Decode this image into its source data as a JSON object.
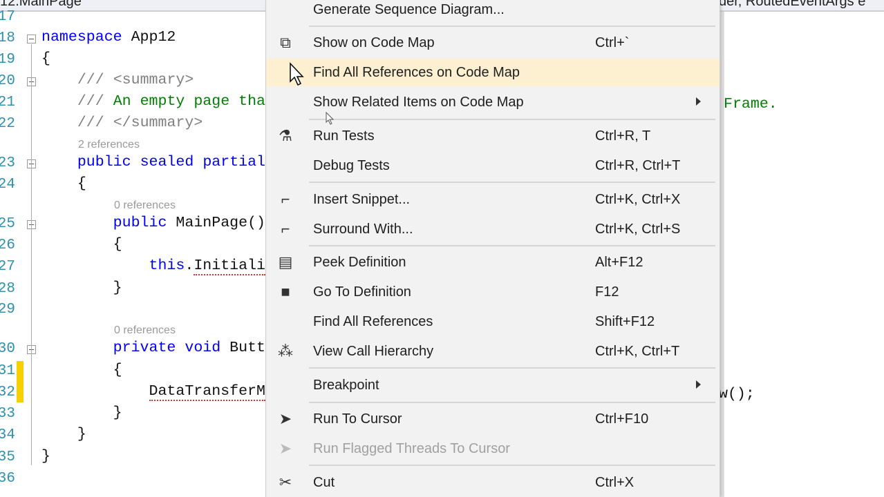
{
  "tab_bar": {
    "left_text": "12.MainPage",
    "right_text": "der, RoutedEventArgs e"
  },
  "editor": {
    "lines": [
      {
        "num": "17",
        "text": ""
      },
      {
        "num": "18",
        "text": "namespace App12"
      },
      {
        "num": "19",
        "text": "{"
      },
      {
        "num": "20",
        "text": "    /// <summary>"
      },
      {
        "num": "21",
        "text": "    /// An empty page tha"
      },
      {
        "num": "22",
        "text": "    /// </summary>"
      },
      {
        "num": "23",
        "text": "    public sealed partial"
      },
      {
        "num": "24",
        "text": "    {"
      },
      {
        "num": "25",
        "text": "        public MainPage()"
      },
      {
        "num": "26",
        "text": "        {"
      },
      {
        "num": "27",
        "text": "            this.Initiali"
      },
      {
        "num": "28",
        "text": "        }"
      },
      {
        "num": "29",
        "text": ""
      },
      {
        "num": "30",
        "text": "        private void Butt"
      },
      {
        "num": "31",
        "text": "        {"
      },
      {
        "num": "32",
        "text": "            DataTransferM"
      },
      {
        "num": "33",
        "text": "        }"
      },
      {
        "num": "34",
        "text": "    }"
      },
      {
        "num": "35",
        "text": "}"
      },
      {
        "num": "36",
        "text": ""
      }
    ],
    "codelens": [
      "2 references",
      "0 references",
      "0 references"
    ],
    "right_fragments": {
      "line21": "Frame.",
      "line32": "w();"
    }
  },
  "context_menu": {
    "items": [
      {
        "label": "Generate Sequence Diagram...",
        "shortcut": "",
        "icon": "none"
      },
      {
        "label": "Show on Code Map",
        "shortcut": "Ctrl+`",
        "icon": "code-map-icon"
      },
      {
        "label": "Find All References on Code Map",
        "shortcut": "",
        "icon": "none",
        "highlighted": true
      },
      {
        "label": "Show Related Items on Code Map",
        "shortcut": "",
        "icon": "none",
        "submenu": true
      },
      {
        "label": "Run Tests",
        "shortcut": "Ctrl+R, T",
        "icon": "run-tests-flask-icon"
      },
      {
        "label": "Debug Tests",
        "shortcut": "Ctrl+R, Ctrl+T",
        "icon": "none"
      },
      {
        "label": "Insert Snippet...",
        "shortcut": "Ctrl+K, Ctrl+X",
        "icon": "insert-snippet-icon"
      },
      {
        "label": "Surround With...",
        "shortcut": "Ctrl+K, Ctrl+S",
        "icon": "surround-with-icon"
      },
      {
        "label": "Peek Definition",
        "shortcut": "Alt+F12",
        "icon": "peek-definition-icon"
      },
      {
        "label": "Go To Definition",
        "shortcut": "F12",
        "icon": "go-to-definition-icon"
      },
      {
        "label": "Find All References",
        "shortcut": "Shift+F12",
        "icon": "none"
      },
      {
        "label": "View Call Hierarchy",
        "shortcut": "Ctrl+K, Ctrl+T",
        "icon": "call-hierarchy-icon"
      },
      {
        "label": "Breakpoint",
        "shortcut": "",
        "icon": "none",
        "submenu": true
      },
      {
        "label": "Run To Cursor",
        "shortcut": "Ctrl+F10",
        "icon": "run-to-cursor-icon"
      },
      {
        "label": "Run Flagged Threads To Cursor",
        "shortcut": "",
        "icon": "run-flagged-threads-icon",
        "disabled": true
      },
      {
        "label": "Cut",
        "shortcut": "Ctrl+X",
        "icon": "scissors-icon"
      }
    ]
  },
  "colors": {
    "keyword": "#0000ff",
    "comment": "#808080",
    "comment_text": "#008000",
    "line_number": "#2b91af",
    "highlight": "#fdf0d0",
    "change_marker": "#f7d000"
  }
}
